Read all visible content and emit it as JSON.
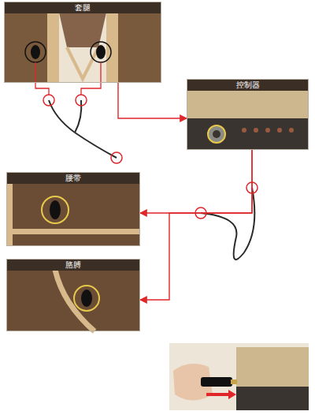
{
  "diagram": {
    "nodes": [
      {
        "text": [
          "套腿"
        ]
      },
      {
        "text": [
          "控制器"
        ]
      },
      {
        "text": [
          "腰带"
        ]
      },
      {
        "text": [
          "胳膊"
        ]
      }
    ],
    "edges": [
      {
        "from": 0,
        "to": 1,
        "arrow": "to"
      },
      {
        "from": 1,
        "to": 2,
        "arrow": "to"
      },
      {
        "from": 1,
        "to": 3,
        "arrow": "to"
      }
    ]
  }
}
